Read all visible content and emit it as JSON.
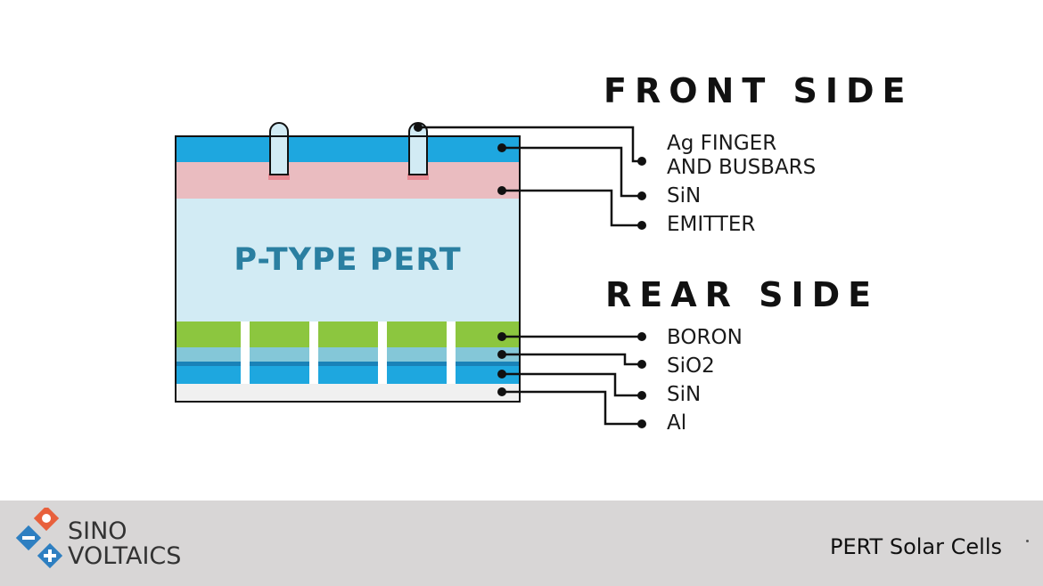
{
  "diagram": {
    "front_heading": "FRONT SIDE",
    "rear_heading": "REAR SIDE",
    "cell_title": "P-TYPE PERT",
    "front_labels": {
      "ag_line1": "Ag FINGER",
      "ag_line2": "AND BUSBARS",
      "sin": "SiN",
      "emitter": "EMITTER"
    },
    "rear_labels": {
      "boron": "BORON",
      "sio2": "SiO2",
      "sin": "SiN",
      "al": "Al"
    },
    "colors": {
      "front_sin_blue": "#1ea7df",
      "emitter_pink": "#eabcc0",
      "bulk_light_blue": "#d2ebf4",
      "boron_green": "#8cc63f",
      "sio2_blue": "#84c7d8",
      "rear_dark_blue": "#1a82b8",
      "rear_sin_blue": "#1ea7df",
      "al_gray": "#f0f0f0",
      "title_blue": "#2a7fa1"
    }
  },
  "footer": {
    "brand_line1": "SINO",
    "brand_line2": "VOLTAICS",
    "caption": "PERT Solar Cells",
    "logo_colors": {
      "orange": "#e8603c",
      "blue": "#2e7fc1"
    }
  }
}
